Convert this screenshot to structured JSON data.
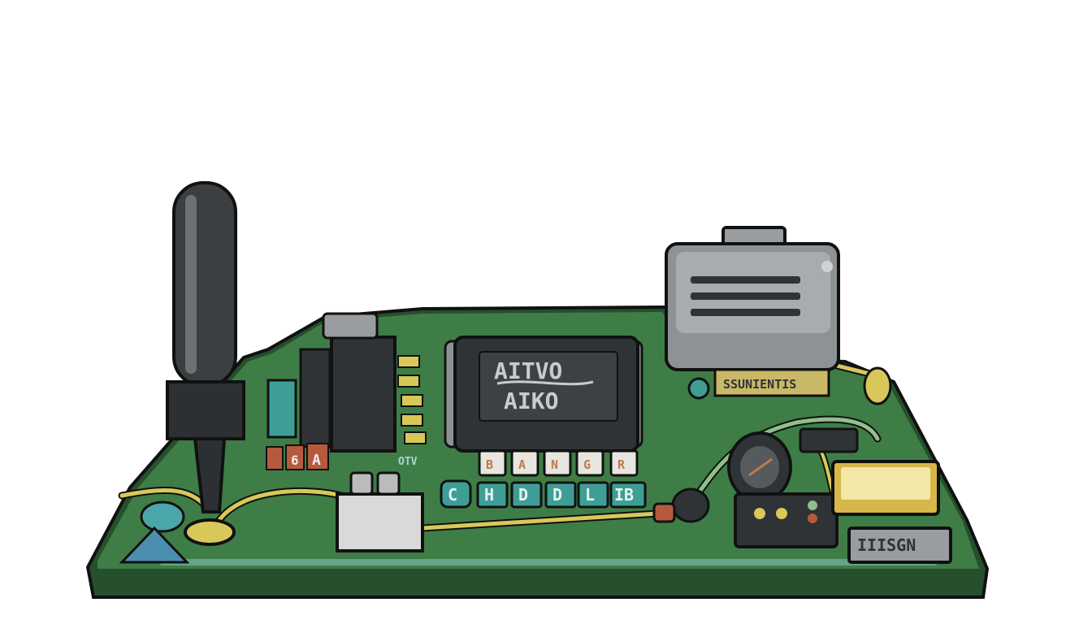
{
  "illustration": {
    "chip_label_top": "AITVO",
    "chip_label_bottom": "AIKO",
    "chip_pin_letters": [
      "B",
      "A",
      "N",
      "G",
      "R"
    ],
    "board_letters": [
      "C",
      "H",
      "D",
      "D",
      "L",
      "IB"
    ],
    "connector_label": "SSUNIENTIS",
    "chip_badge_label": "IIISGN",
    "side_label": "OTV",
    "small_pads": [
      "6",
      "A"
    ]
  },
  "colors": {
    "board": "#3f7d47",
    "board_edge": "#2b5a33",
    "chip": "#2f3336",
    "teal": "#3e9e96",
    "wire_yellow": "#d8c85a",
    "gray_box": "#9a9da0"
  }
}
